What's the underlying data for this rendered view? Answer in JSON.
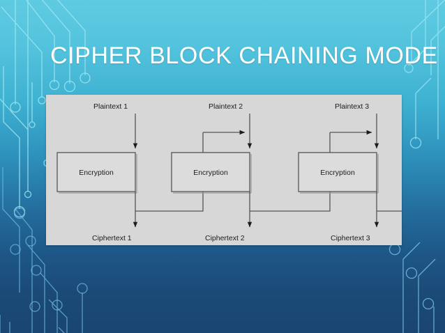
{
  "slide": {
    "title": "CIPHER BLOCK CHAINING MODE",
    "background": {
      "top_color": "#5fcbe2",
      "bottom_color": "#1a4573",
      "accent_color": "#9fe6f2"
    }
  },
  "diagram": {
    "panel_color": "#d7d7d7",
    "box_fill": "#dcdcdc",
    "line_color": "#4a4a4a",
    "stages": [
      {
        "plaintext_label": "Plaintext 1",
        "operation_label": "Encryption",
        "ciphertext_label": "Ciphertext 1"
      },
      {
        "plaintext_label": "Plaintext 2",
        "operation_label": "Encryption",
        "ciphertext_label": "Ciphertext 2"
      },
      {
        "plaintext_label": "Plaintext 3",
        "operation_label": "Encryption",
        "ciphertext_label": "Ciphertext 3"
      }
    ]
  }
}
